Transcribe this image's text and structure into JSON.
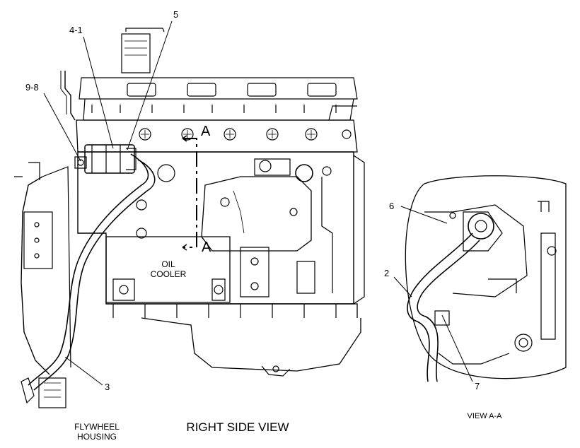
{
  "callouts": {
    "c5": "5",
    "c41": "4-1",
    "c98": "9-8",
    "c6": "6",
    "c2": "2",
    "c3": "3",
    "c7": "7"
  },
  "section_marks": {
    "top": "A",
    "bottom": "A"
  },
  "component_labels": {
    "oil_cooler_line1": "OIL",
    "oil_cooler_line2": "COOLER"
  },
  "captions": {
    "flywheel_line1": "FLYWHEEL",
    "flywheel_line2": "HOUSING",
    "right_side_view": "RIGHT SIDE VIEW",
    "view_aa": "VIEW A-A"
  }
}
